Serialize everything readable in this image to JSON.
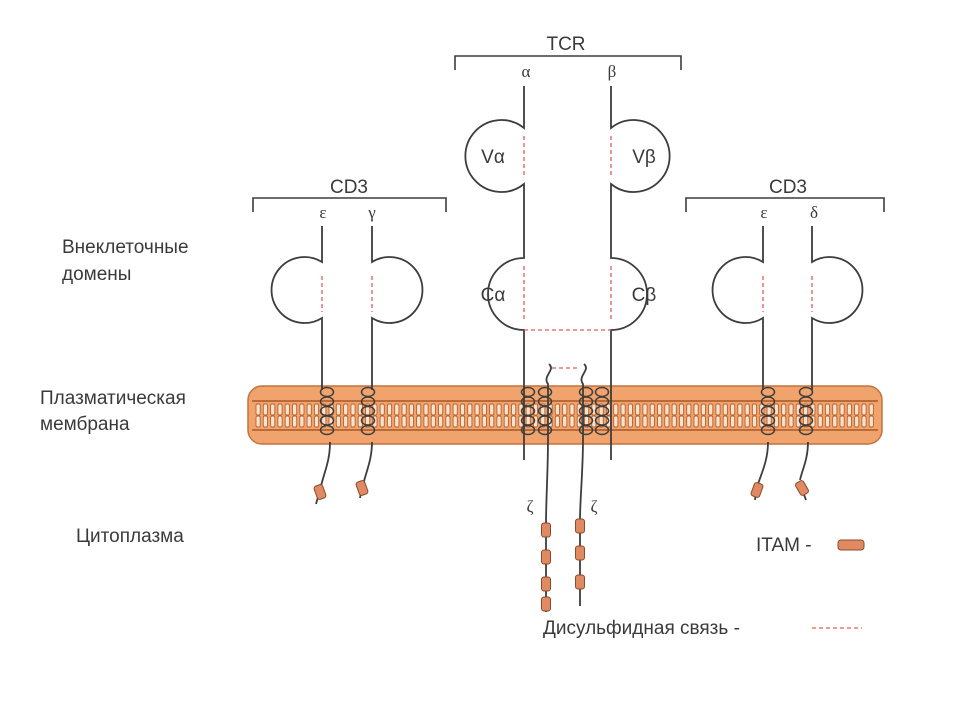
{
  "labels": {
    "extracellular_line1": "Внеклеточные",
    "extracellular_line2": "домены",
    "membrane_line1": "Плазматическая",
    "membrane_line2": "мембрана",
    "cytoplasm": "Цитоплазма",
    "itam_legend": "ITAM -",
    "disulfide_legend": "Дисульфидная связь -"
  },
  "tcr": {
    "name": "TCR",
    "alpha": "α",
    "beta": "β",
    "v_alpha": "Vα",
    "v_beta": "Vβ",
    "c_alpha": "Cα",
    "c_beta": "Cβ"
  },
  "cd3_left": {
    "name": "CD3",
    "chain1": "ε",
    "chain2": "γ"
  },
  "cd3_right": {
    "name": "CD3",
    "chain1": "ε",
    "chain2": "δ"
  },
  "zeta": {
    "chain1": "ζ",
    "chain2": "ζ"
  },
  "colors": {
    "membrane": "#f0a36c",
    "membrane_line": "#b9622e",
    "itam": "#e08a63",
    "disulfide": "#e35b5b",
    "chain": "#3d3d3d"
  }
}
